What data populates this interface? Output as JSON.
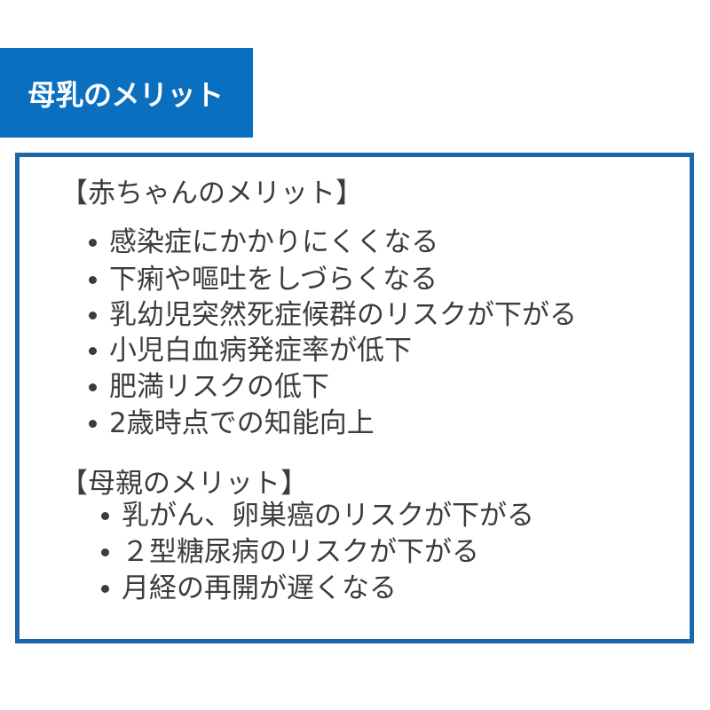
{
  "banner": {
    "title": "母乳のメリット",
    "color": "#0b6fc0"
  },
  "box": {
    "border_color": "#1c67a8"
  },
  "sections": [
    {
      "header": "【赤ちゃんのメリット】",
      "items": [
        "感染症にかかりにくくなる",
        "下痢や嘔吐をしづらくなる",
        "乳幼児突然死症候群のリスクが下がる",
        "小児白血病発症率が低下",
        "肥満リスクの低下",
        "2歳時点での知能向上"
      ]
    },
    {
      "header": "【母親のメリット】",
      "items": [
        "乳がん、卵巣癌のリスクが下がる",
        "２型糖尿病のリスクが下がる",
        "月経の再開が遅くなる"
      ]
    }
  ],
  "bullet_icon": "bullet-dot"
}
